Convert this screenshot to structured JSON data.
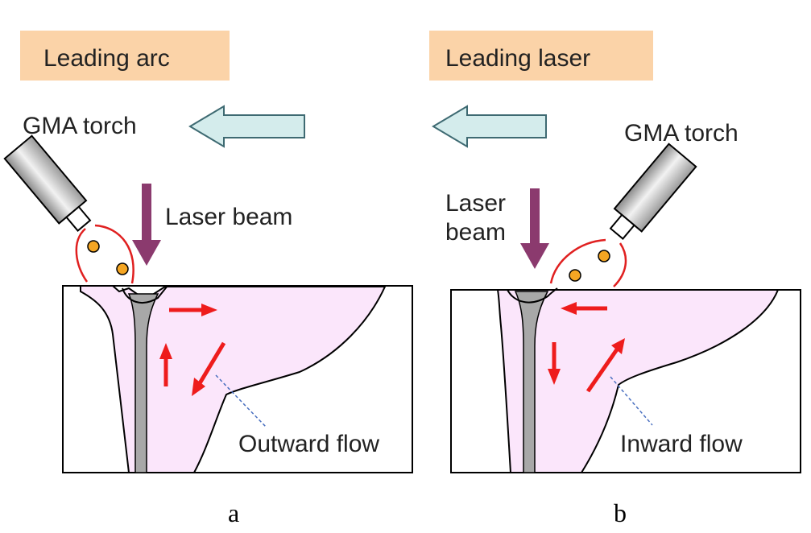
{
  "panel_a": {
    "mode_label": "Leading arc",
    "torch_label": "GMA torch",
    "laser_label": "Laser beam",
    "flow_label": "Outward flow",
    "caption": "a"
  },
  "panel_b": {
    "mode_label": "Leading laser",
    "torch_label": "GMA torch",
    "laser_label_line1": "Laser",
    "laser_label_line2": "beam",
    "flow_label": "Inward flow",
    "caption": "b"
  },
  "colors": {
    "label_box": "#fbd3a8",
    "travel_arrow_fill": "#d4ecec",
    "travel_arrow_stroke": "#3e6a72",
    "laser_arrow": "#8b3a6e",
    "flow_arrow": "#ee1c1c",
    "melt_pool": "#fbe6fb",
    "keyhole": "#a8a8a8",
    "droplet": "#f5a623",
    "arc": "#e02020"
  }
}
